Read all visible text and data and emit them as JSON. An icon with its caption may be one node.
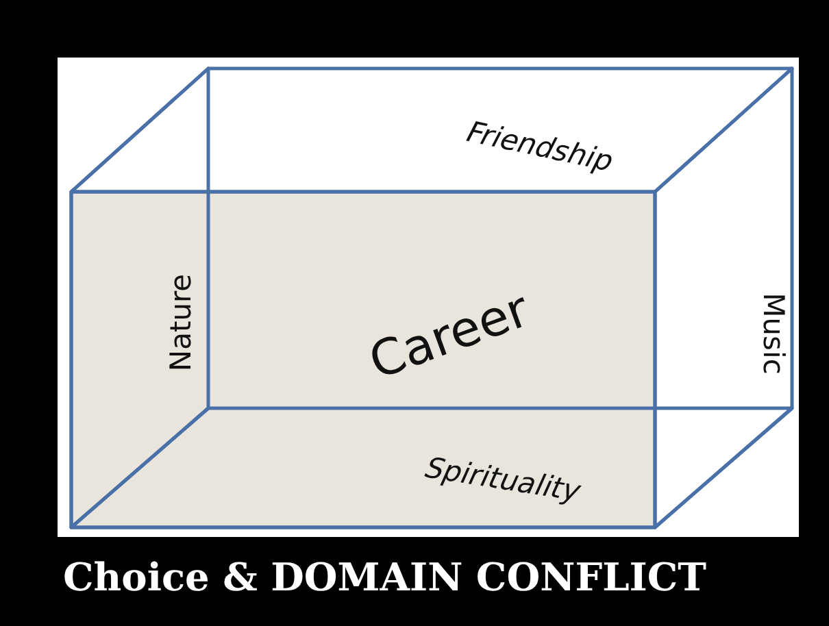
{
  "diagram": {
    "title": "Choice & DOMAIN CONFLICT",
    "nodes": [
      {
        "text": [
          "Friendship"
        ]
      },
      {
        "text": [
          "Nature"
        ]
      },
      {
        "text": [
          "Career"
        ]
      },
      {
        "text": [
          "Music"
        ]
      },
      {
        "text": [
          "Spirituality"
        ]
      }
    ]
  }
}
